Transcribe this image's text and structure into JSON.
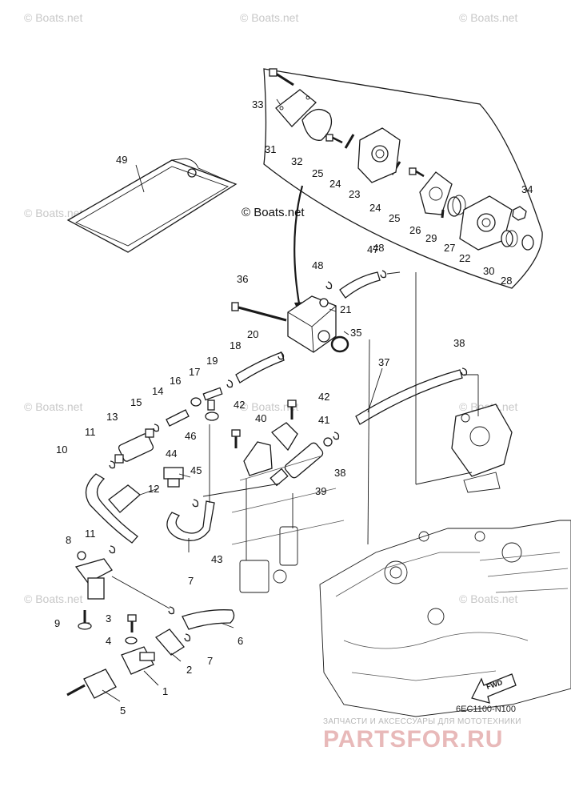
{
  "watermarks": [
    "© Boats.net",
    "© Boats.net",
    "© Boats.net",
    "© Boats.net",
    "© Boats.net",
    "© Boats.net",
    "© Boats.net",
    "© Boats.net",
    "© Boats.net"
  ],
  "copyright": "© Boats.net",
  "diagram_code": "6EC1100-N100",
  "direction_label": "FWD",
  "site_watermark": {
    "tagline": "ЗАПЧАСТИ И АКСЕССУАРЫ ДЛЯ МОТОТЕХНИКИ",
    "name": "PARTSFOR.RU"
  },
  "callouts": [
    "1",
    "2",
    "3",
    "4",
    "5",
    "6",
    "7",
    "7",
    "8",
    "9",
    "10",
    "11",
    "11",
    "12",
    "13",
    "14",
    "15",
    "16",
    "17",
    "18",
    "19",
    "20",
    "21",
    "22",
    "23",
    "24",
    "24",
    "25",
    "25",
    "26",
    "27",
    "28",
    "29",
    "30",
    "31",
    "32",
    "33",
    "34",
    "35",
    "36",
    "37",
    "38",
    "38",
    "39",
    "40",
    "41",
    "42",
    "42",
    "43",
    "44",
    "45",
    "46",
    "47",
    "48",
    "48",
    "49"
  ]
}
